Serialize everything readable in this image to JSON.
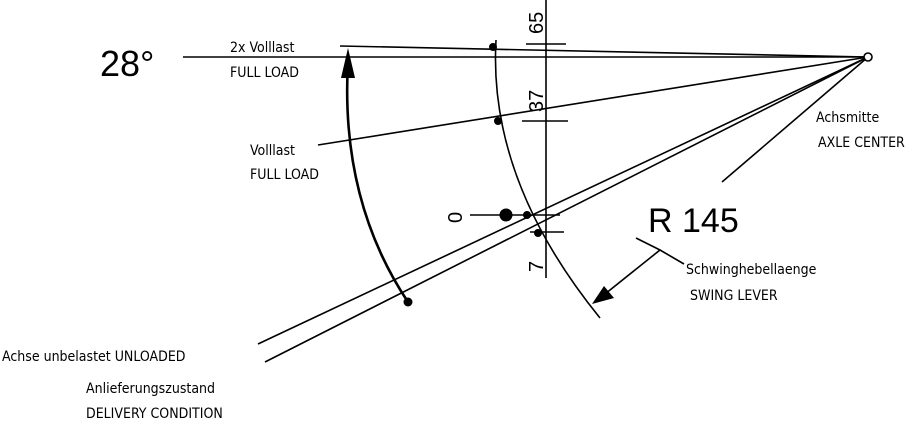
{
  "angle": "28°",
  "radius": "R 145",
  "scale": {
    "top": "65",
    "mid": "37",
    "zero": "0",
    "bottom": "7"
  },
  "labels": {
    "double_load_de": "2x Volllast",
    "double_load_en": "FULL LOAD",
    "full_load_de": "Volllast",
    "full_load_en": "FULL LOAD",
    "axle_center_de": "Achsmitte",
    "axle_center_en": "AXLE CENTER",
    "swing_lever_de": "Schwinghebellaenge",
    "swing_lever_en": "SWING LEVER",
    "unloaded": "Achse unbelastet UNLOADED",
    "delivery_de": "Anlieferungszustand",
    "delivery_en": "DELIVERY CONDITION"
  }
}
